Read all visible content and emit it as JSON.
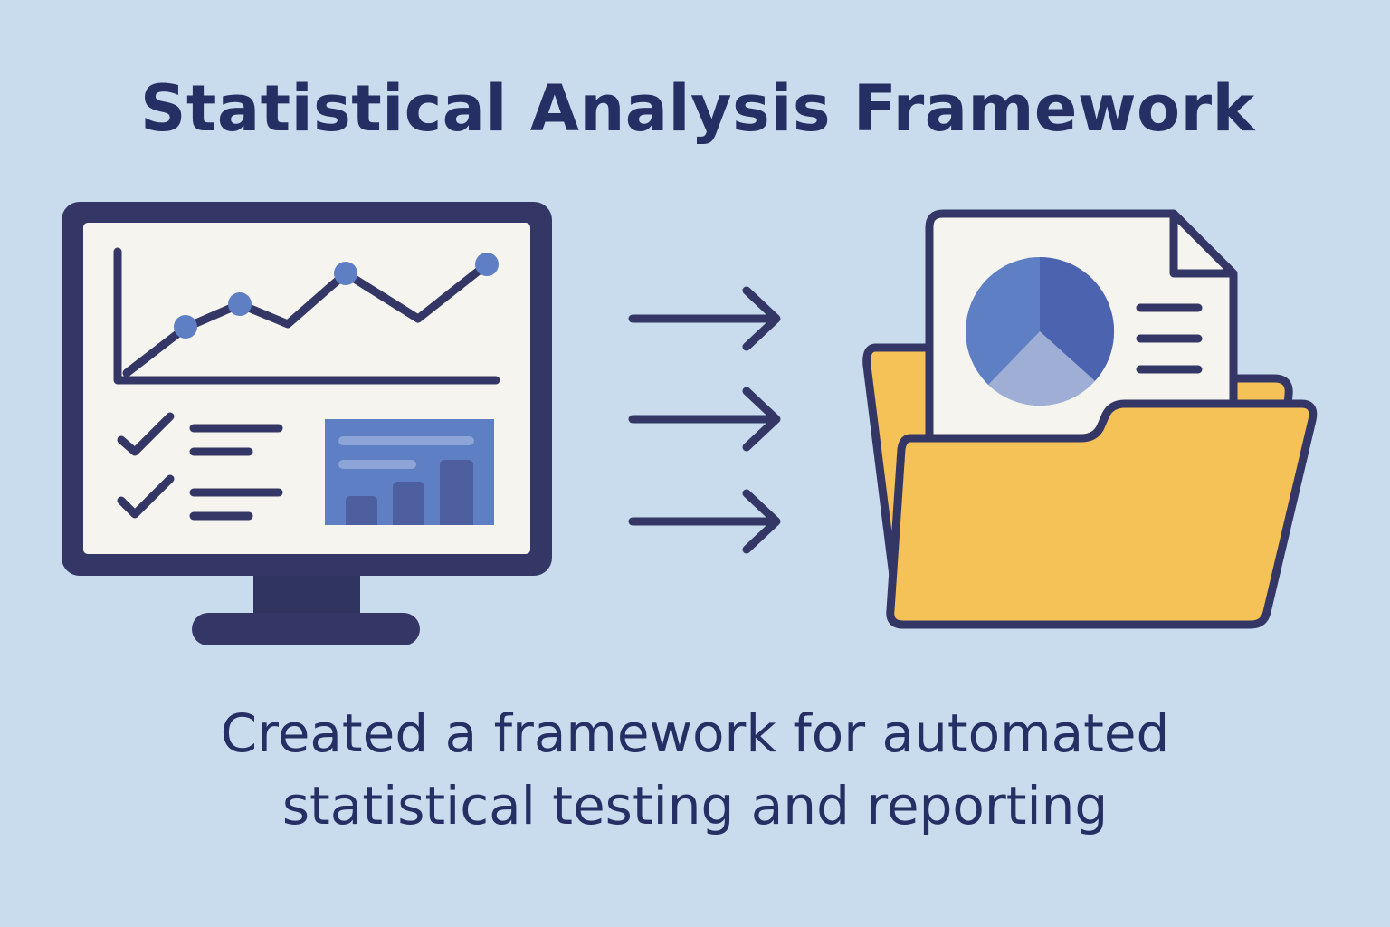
{
  "title": "Statistical Analysis Framework",
  "caption": {
    "line1": "Created a framework for automated",
    "line2": "statistical testing and reporting"
  },
  "icons": {
    "monitor": "monitor-dashboard-icon",
    "line_chart": "line-chart-icon",
    "checklist": "checklist-icon",
    "bar_chart": "bar-chart-icon",
    "arrows": "arrow-right-icon",
    "folder": "folder-icon",
    "report": "report-document-icon",
    "pie_chart": "pie-chart-icon"
  },
  "colors": {
    "background": "#c9dced",
    "navy": "#343766",
    "screen": "#f6f4ee",
    "blue": "#5e7fc3",
    "blue_dark": "#4c64b0",
    "blue_light": "#9eaed4",
    "folder_yellow": "#f4c257"
  }
}
